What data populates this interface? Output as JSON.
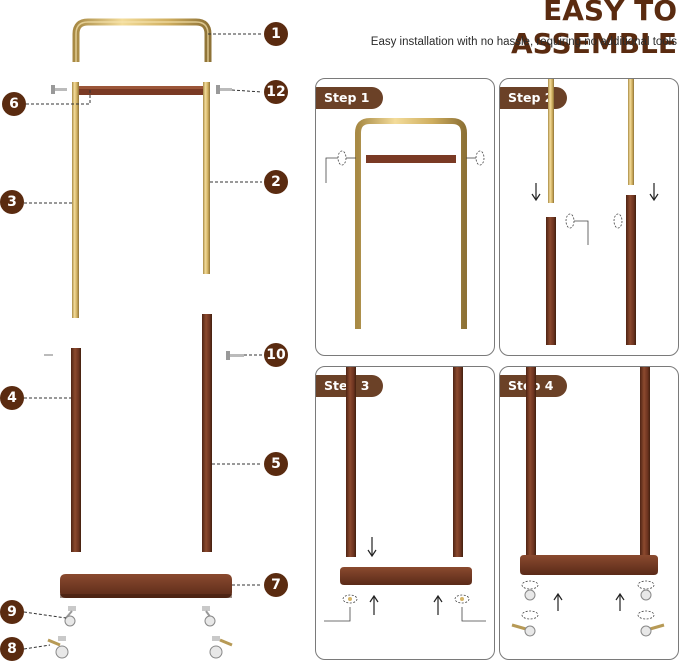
{
  "header": {
    "title": "EASY TO ASSEMBLE",
    "subtitle": "Easy installation with no hassle, requiring no additional tools"
  },
  "parts": [
    {
      "number": "1",
      "icon": "u-shaped-top-bar"
    },
    {
      "number": "12",
      "icon": "screw"
    },
    {
      "number": "6",
      "icon": "screw"
    },
    {
      "number": "2",
      "icon": "gold-upright-pole"
    },
    {
      "number": "3",
      "icon": "gold-upright-pole"
    },
    {
      "number": "10",
      "icon": "screw"
    },
    {
      "number": "4",
      "icon": "wood-lower-pole"
    },
    {
      "number": "5",
      "icon": "wood-lower-pole"
    },
    {
      "number": "7",
      "icon": "wood-base-board"
    },
    {
      "number": "9",
      "icon": "caster-wheel"
    },
    {
      "number": "8",
      "icon": "locking-caster-wheel"
    }
  ],
  "steps": [
    {
      "label": "Step 1"
    },
    {
      "label": "Step 2"
    },
    {
      "label": "Step 3"
    },
    {
      "label": "Step 4"
    }
  ],
  "colors": {
    "brand": "#5a2b10",
    "badge": "#6b4127",
    "gold": "#d6b567",
    "wood": "#7a3a24"
  }
}
